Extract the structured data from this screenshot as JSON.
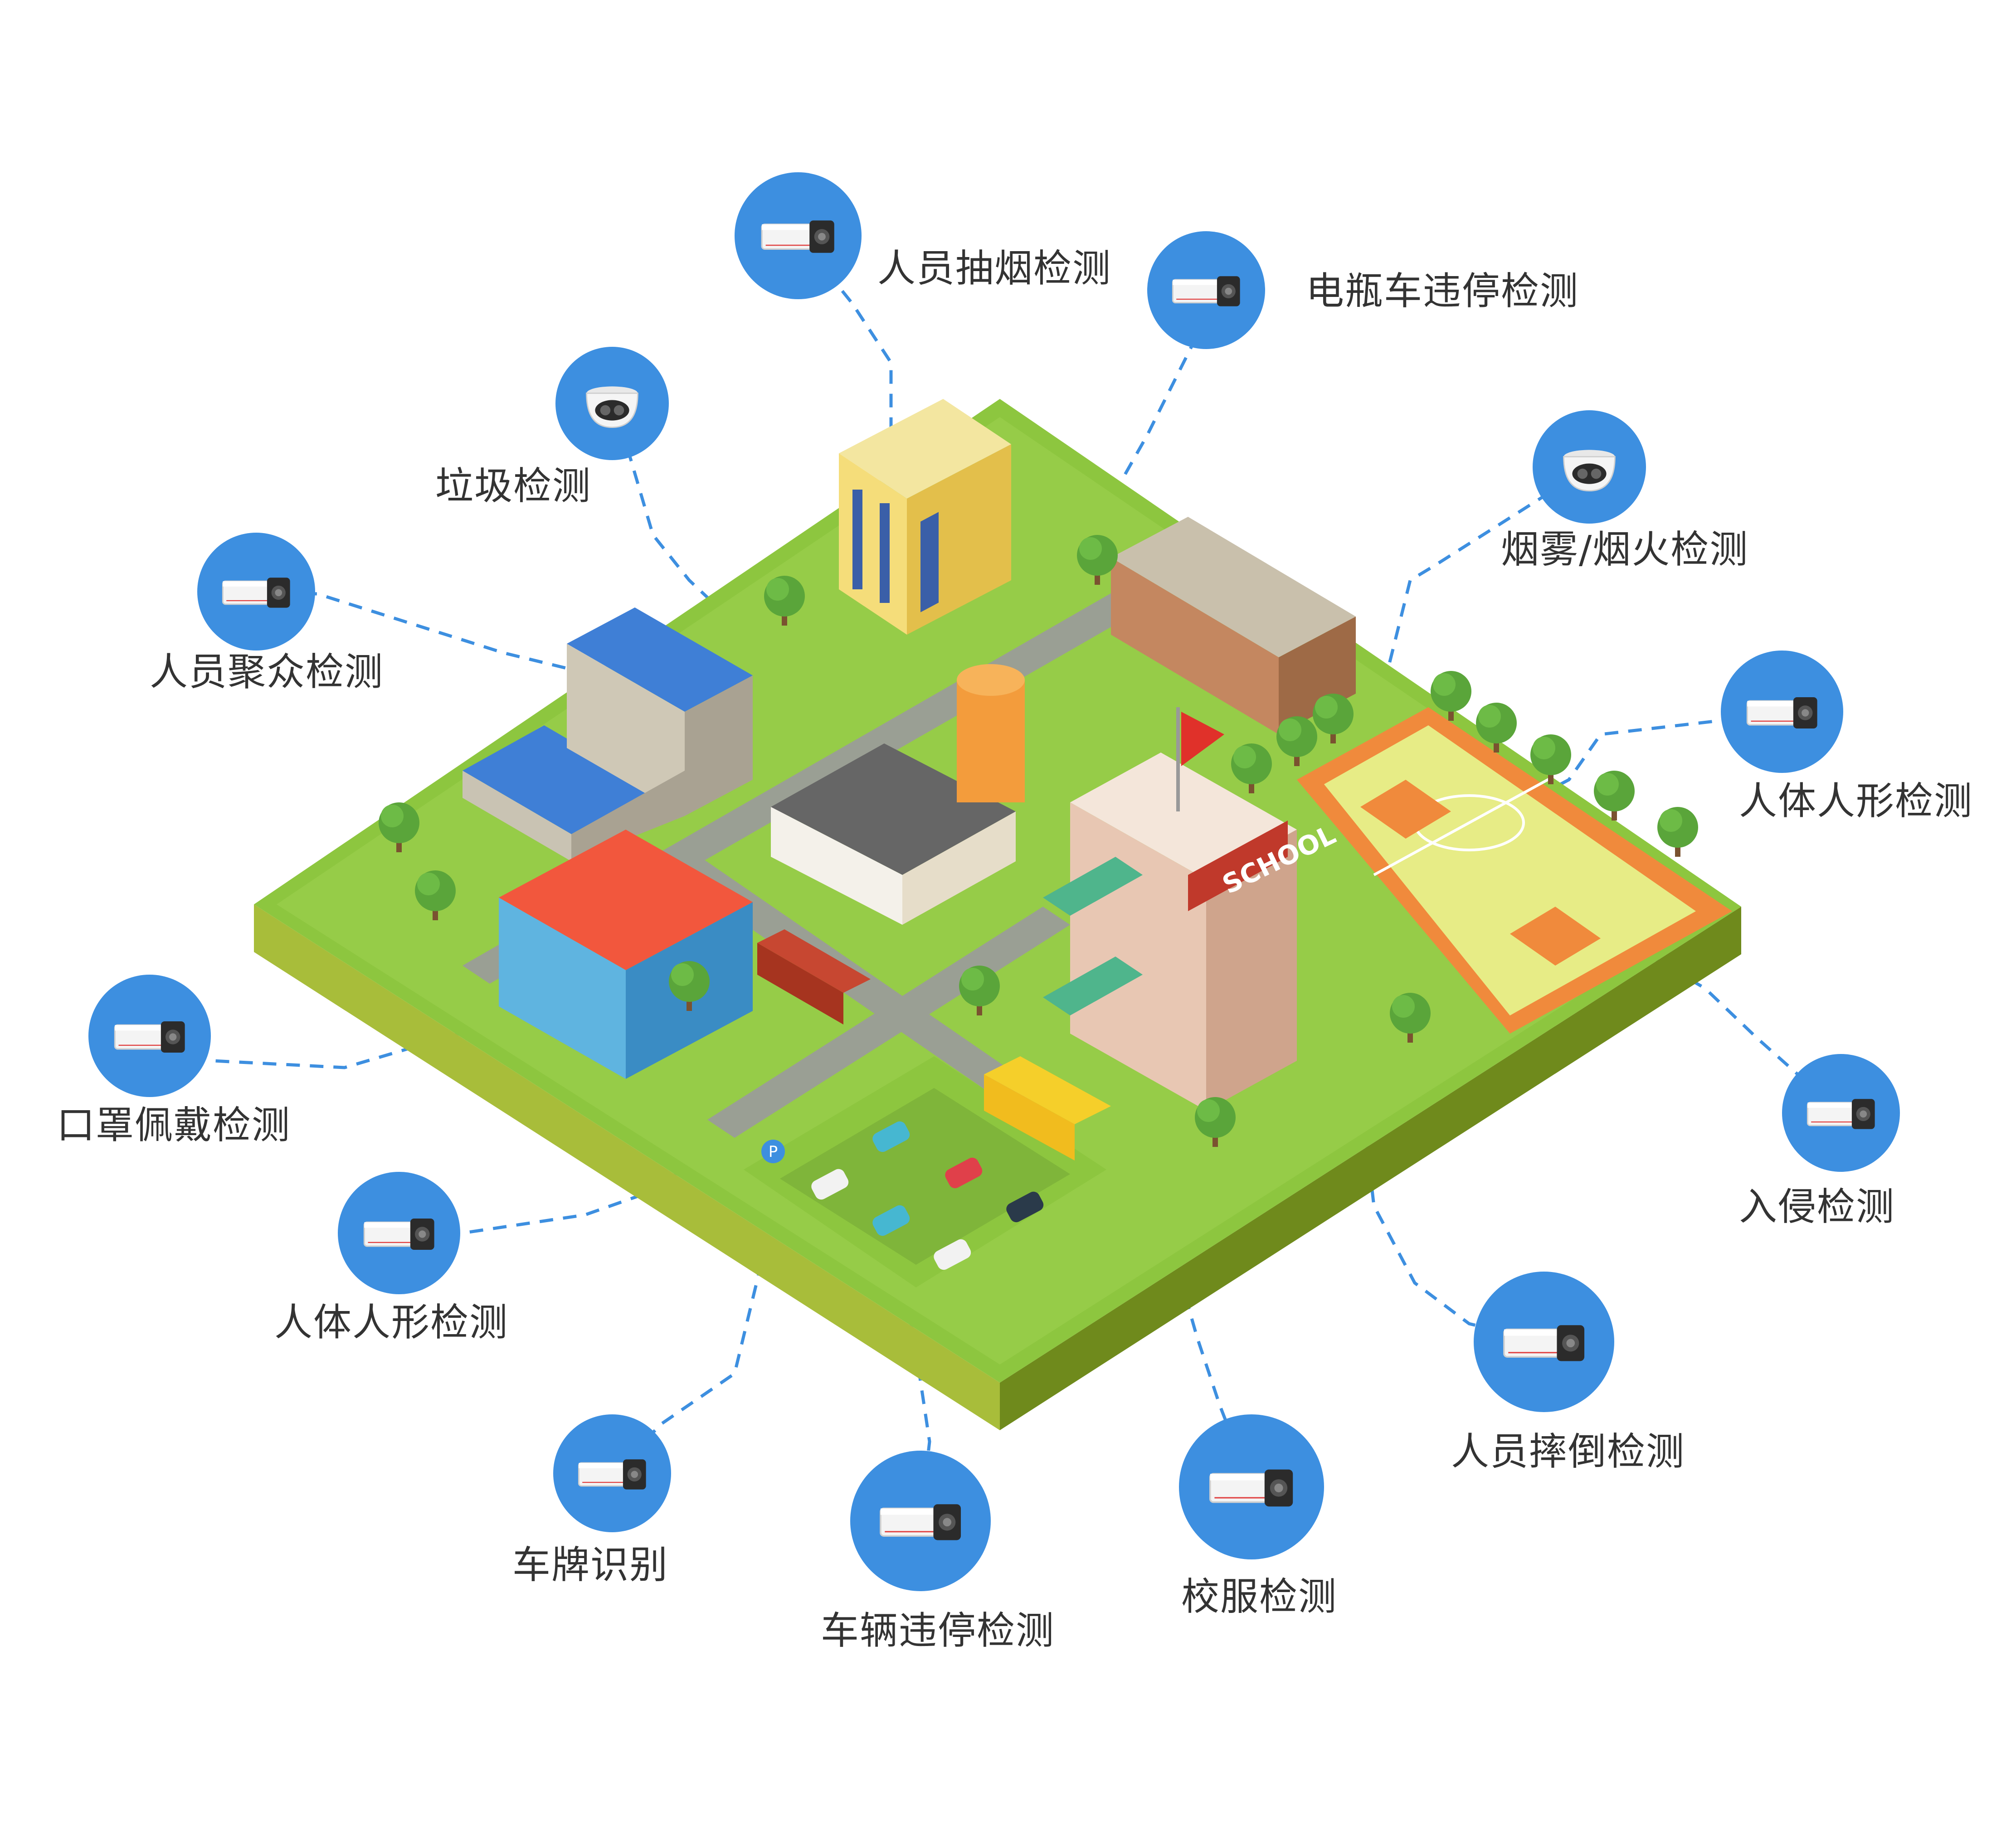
{
  "colors": {
    "accent": "#3d8fe0",
    "link": "#3d8fe0",
    "grass": "#8dc63f",
    "ground_side": "#6f8a1c",
    "label_text": "#333333"
  },
  "cameras": [
    {
      "id": "smoking",
      "label": "人员抽烟检测",
      "icon": "bullet-camera-icon"
    },
    {
      "id": "ebike",
      "label": "电瓶车违停检测",
      "icon": "bullet-camera-icon"
    },
    {
      "id": "garbage",
      "label": "垃圾检测",
      "icon": "dome-camera-icon"
    },
    {
      "id": "smoke_fire",
      "label": "烟雾/烟火检测",
      "icon": "dome-camera-icon"
    },
    {
      "id": "crowd",
      "label": "人员聚众检测",
      "icon": "bullet-camera-icon"
    },
    {
      "id": "human_right",
      "label": "人体人形检测",
      "icon": "bullet-camera-icon"
    },
    {
      "id": "mask",
      "label": "口罩佩戴检测",
      "icon": "bullet-camera-icon"
    },
    {
      "id": "intrusion",
      "label": "入侵检测",
      "icon": "bullet-camera-icon"
    },
    {
      "id": "human_left",
      "label": "人体人形检测",
      "icon": "bullet-camera-icon"
    },
    {
      "id": "fall",
      "label": "人员摔倒检测",
      "icon": "bullet-camera-icon"
    },
    {
      "id": "plate",
      "label": "车牌识别",
      "icon": "bullet-camera-icon"
    },
    {
      "id": "vehicle",
      "label": "车辆违停检测",
      "icon": "bullet-camera-icon"
    },
    {
      "id": "uniform",
      "label": "校服检测",
      "icon": "bullet-camera-icon"
    }
  ],
  "scene": {
    "school_sign": "SCHOOL",
    "parking_sign": "P"
  }
}
